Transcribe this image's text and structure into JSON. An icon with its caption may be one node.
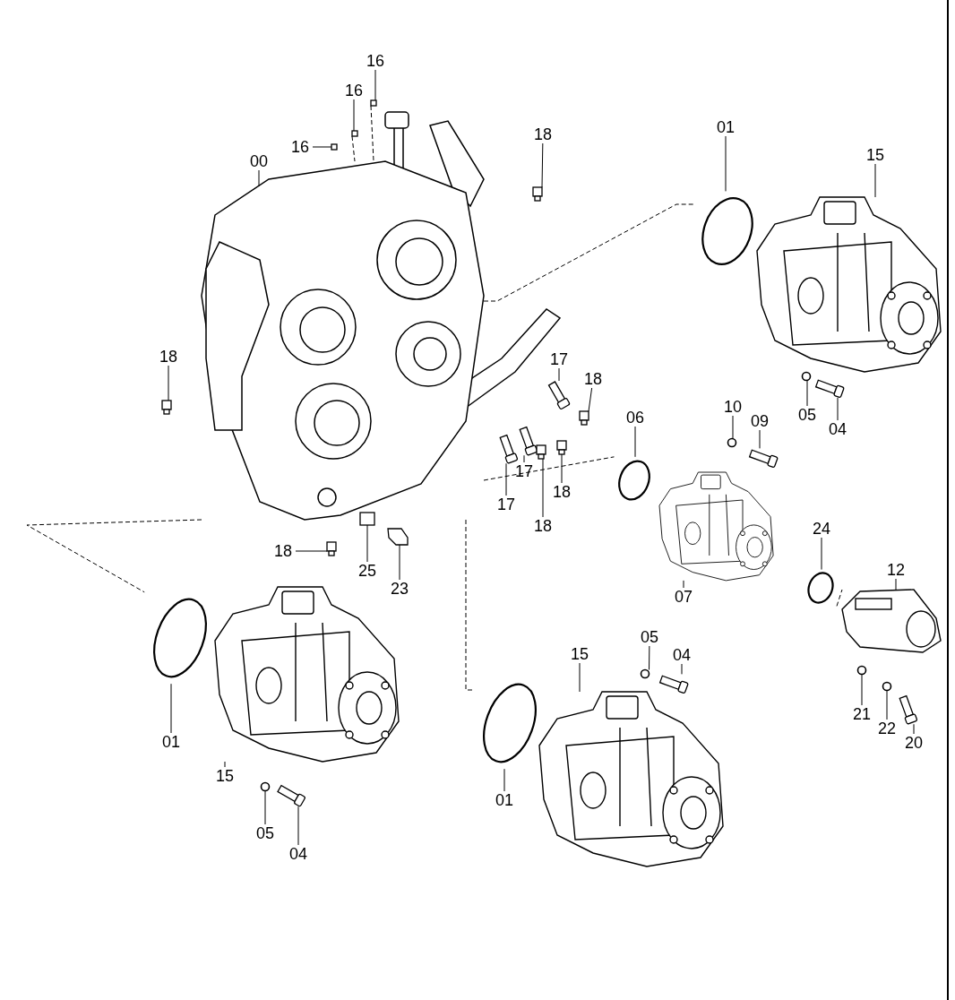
{
  "diagram": {
    "nodes": [
      {
        "text": [
          "16"
        ]
      },
      {
        "text": [
          "16"
        ]
      },
      {
        "text": [
          "01"
        ]
      },
      {
        "text": [
          "18"
        ]
      },
      {
        "text": [
          "16"
        ]
      },
      {
        "text": [
          "15"
        ]
      },
      {
        "text": [
          "00"
        ]
      },
      {
        "text": [
          "18"
        ]
      },
      {
        "text": [
          "17"
        ]
      },
      {
        "text": [
          "18"
        ]
      },
      {
        "text": [
          "10"
        ]
      },
      {
        "text": [
          "05"
        ]
      },
      {
        "text": [
          "06"
        ]
      },
      {
        "text": [
          "09"
        ]
      },
      {
        "text": [
          "04"
        ]
      },
      {
        "text": [
          "17"
        ]
      },
      {
        "text": [
          "18"
        ]
      },
      {
        "text": [
          "17"
        ]
      },
      {
        "text": [
          "18"
        ]
      },
      {
        "text": [
          "24"
        ]
      },
      {
        "text": [
          "18"
        ]
      },
      {
        "text": [
          "12"
        ]
      },
      {
        "text": [
          "25"
        ]
      },
      {
        "text": [
          "23"
        ]
      },
      {
        "text": [
          "07"
        ]
      },
      {
        "text": [
          "05"
        ]
      },
      {
        "text": [
          "15"
        ]
      },
      {
        "text": [
          "04"
        ]
      },
      {
        "text": [
          "21"
        ]
      },
      {
        "text": [
          "22"
        ]
      },
      {
        "text": [
          "01"
        ]
      },
      {
        "text": [
          "20"
        ]
      },
      {
        "text": [
          "15"
        ]
      },
      {
        "text": [
          "01"
        ]
      },
      {
        "text": [
          "05"
        ]
      },
      {
        "text": [
          "04"
        ]
      },
      {
        "text": [],
        "shape": "box"
      },
      {
        "text": [],
        "shape": "box"
      },
      {
        "text": [],
        "shape": "circle"
      },
      {
        "text": [],
        "shape": "box"
      },
      {
        "text": [],
        "shape": "box"
      },
      {
        "text": [],
        "shape": "picture"
      },
      {
        "text": [],
        "shape": "picture"
      },
      {
        "text": [],
        "shape": "box"
      },
      {
        "text": [],
        "shape": "box"
      },
      {
        "text": [],
        "shape": "box"
      },
      {
        "text": [],
        "shape": "circle"
      },
      {
        "text": [],
        "shape": "circle"
      },
      {
        "text": [],
        "shape": "circle"
      },
      {
        "text": [],
        "shape": "box"
      },
      {
        "text": [],
        "shape": "box"
      },
      {
        "text": [],
        "shape": "box"
      },
      {
        "text": [],
        "shape": "box"
      },
      {
        "text": [],
        "shape": "box"
      },
      {
        "text": [],
        "shape": "box"
      },
      {
        "text": [],
        "shape": "circle"
      },
      {
        "text": [],
        "shape": "box"
      },
      {
        "text": [],
        "shape": "picture"
      },
      {
        "text": [],
        "shape": "box"
      },
      {
        "text": [],
        "shape": "picture"
      },
      {
        "text": [],
        "shape": "picture"
      },
      {
        "text": [],
        "shape": "circle"
      },
      {
        "text": [],
        "shape": "picture"
      },
      {
        "text": [],
        "shape": "box"
      },
      {
        "text": [],
        "shape": "circle"
      },
      {
        "text": [],
        "shape": "circle"
      },
      {
        "text": [],
        "shape": "circle"
      },
      {
        "text": [],
        "shape": "box"
      },
      {
        "text": [],
        "shape": "picture"
      },
      {
        "text": [],
        "shape": "circle"
      },
      {
        "text": [],
        "shape": "circle"
      },
      {
        "text": [],
        "shape": "box"
      }
    ],
    "edges": [
      {
        "from": 0,
        "to": 36,
        "arrow": "none"
      },
      {
        "from": 1,
        "to": 37,
        "arrow": "none"
      },
      {
        "from": 2,
        "to": 38,
        "arrow": "none"
      },
      {
        "from": 3,
        "to": 39,
        "arrow": "none"
      },
      {
        "from": 4,
        "to": 40,
        "arrow": "none"
      },
      {
        "from": 5,
        "to": 41,
        "arrow": "none"
      },
      {
        "from": 6,
        "to": 42,
        "arrow": "none"
      },
      {
        "from": 7,
        "to": 43,
        "arrow": "none"
      },
      {
        "from": 8,
        "to": 44,
        "arrow": "none"
      },
      {
        "from": 9,
        "to": 45,
        "arrow": "none"
      },
      {
        "from": 10,
        "to": 46,
        "arrow": "none"
      },
      {
        "from": 11,
        "to": 47,
        "arrow": "none"
      },
      {
        "from": 12,
        "to": 48,
        "arrow": "none"
      },
      {
        "from": 13,
        "to": 49,
        "arrow": "none"
      },
      {
        "from": 14,
        "to": 50,
        "arrow": "none"
      },
      {
        "from": 15,
        "to": 51,
        "arrow": "none"
      },
      {
        "from": 16,
        "to": 52,
        "arrow": "none"
      },
      {
        "from": 17,
        "to": 53,
        "arrow": "none"
      },
      {
        "from": 18,
        "to": 54,
        "arrow": "none"
      },
      {
        "from": 19,
        "to": 55,
        "arrow": "none"
      },
      {
        "from": 20,
        "to": 56,
        "arrow": "none"
      },
      {
        "from": 21,
        "to": 57,
        "arrow": "none"
      },
      {
        "from": 22,
        "to": 58,
        "arrow": "none"
      },
      {
        "from": 23,
        "to": 59,
        "arrow": "none"
      },
      {
        "from": 24,
        "to": 60,
        "arrow": "none"
      },
      {
        "from": 25,
        "to": 61,
        "arrow": "none"
      },
      {
        "from": 26,
        "to": 62,
        "arrow": "none"
      },
      {
        "from": 27,
        "to": 63,
        "arrow": "none"
      },
      {
        "from": 28,
        "to": 64,
        "arrow": "none"
      },
      {
        "from": 29,
        "to": 65,
        "arrow": "none"
      },
      {
        "from": 30,
        "to": 66,
        "arrow": "none"
      },
      {
        "from": 31,
        "to": 67,
        "arrow": "none"
      },
      {
        "from": 32,
        "to": 68,
        "arrow": "none"
      },
      {
        "from": 33,
        "to": 69,
        "arrow": "none"
      },
      {
        "from": 34,
        "to": 70,
        "arrow": "none"
      },
      {
        "from": 35,
        "to": 71,
        "arrow": "none"
      },
      {
        "from": 42,
        "to": 38,
        "arrow": "none",
        "style": "dashed"
      },
      {
        "from": 42,
        "to": 66,
        "arrow": "none",
        "style": "dashed"
      },
      {
        "from": 42,
        "to": 69,
        "arrow": "none",
        "style": "dashed"
      },
      {
        "from": 42,
        "to": 48,
        "arrow": "none",
        "style": "dashed"
      },
      {
        "from": 55,
        "to": 57,
        "arrow": "none",
        "style": "dashed"
      },
      {
        "from": 36,
        "to": 42,
        "arrow": "none",
        "style": "dashed"
      },
      {
        "from": 37,
        "to": 42,
        "arrow": "none",
        "style": "dashed"
      }
    ]
  }
}
